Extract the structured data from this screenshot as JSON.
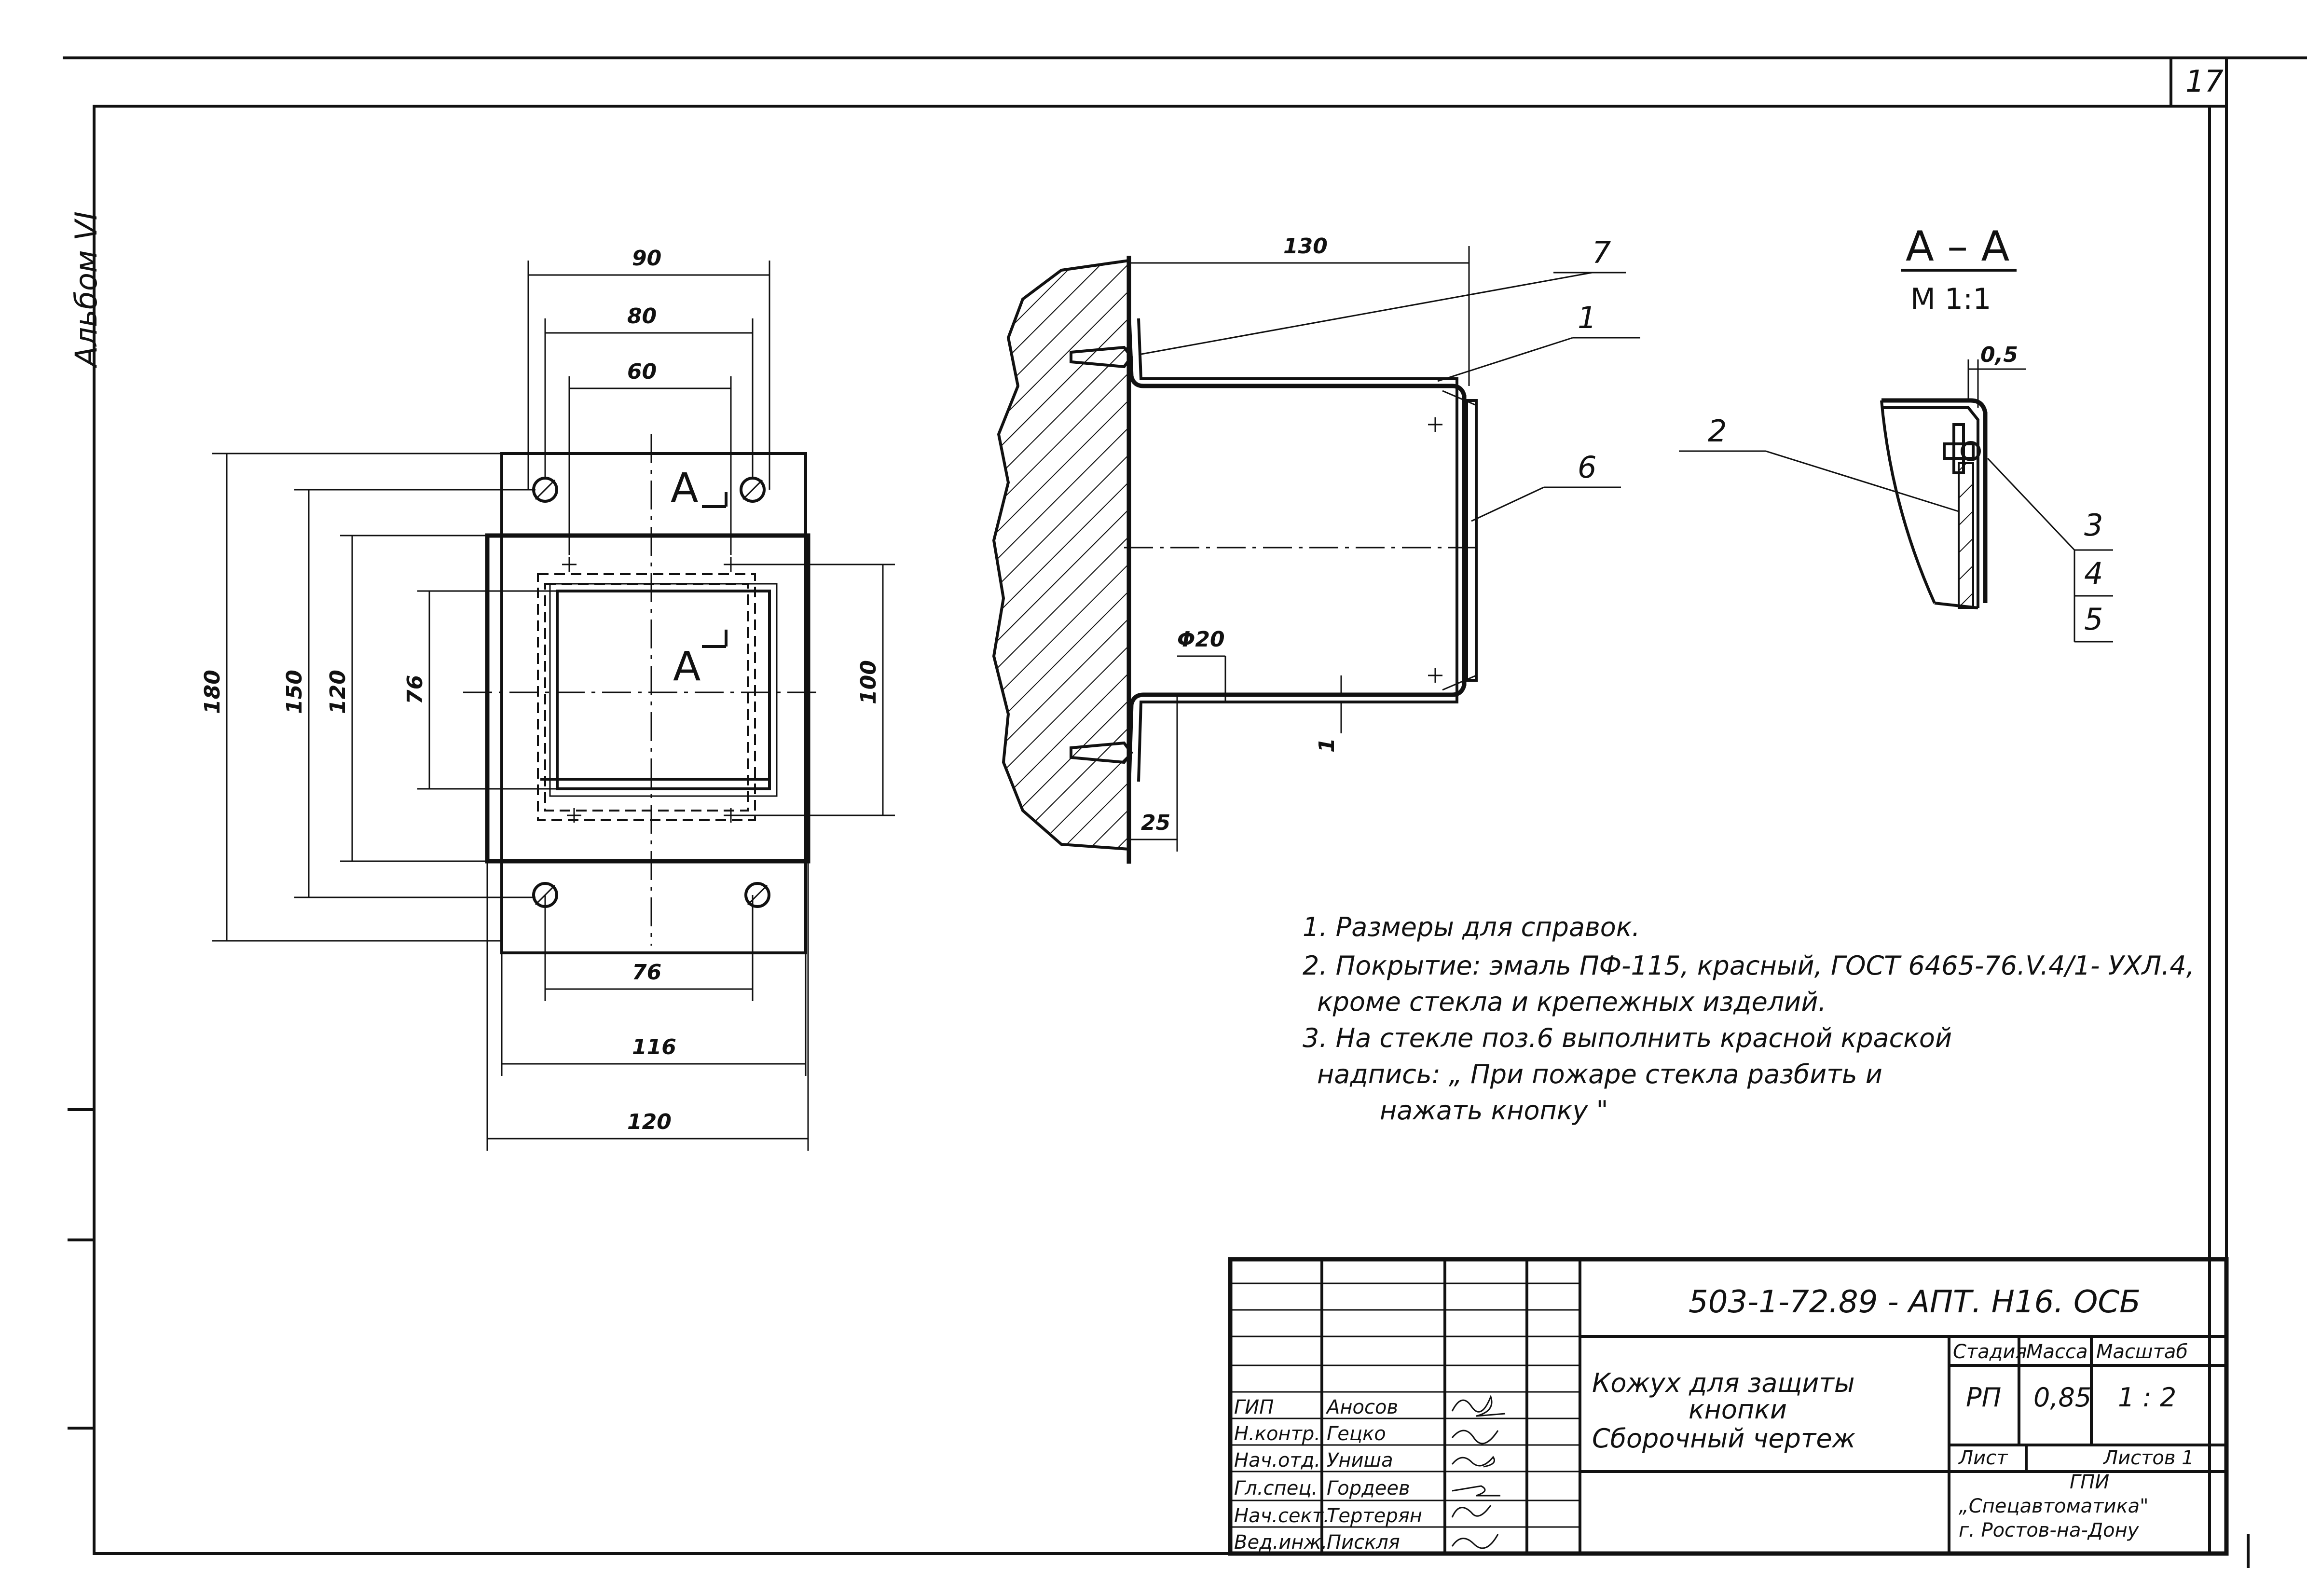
{
  "sheet": {
    "page_number": "17",
    "album_label": "Альбом VI"
  },
  "front_view": {
    "dims": {
      "d90": "90",
      "d80": "80",
      "d60": "60",
      "d180": "180",
      "d150": "150",
      "d120v": "120",
      "d76v": "76",
      "d100": "100",
      "d76h": "76",
      "d116": "116",
      "d120h": "120"
    },
    "section_mark_top": "A",
    "section_mark_bottom": "A"
  },
  "side_view": {
    "dims": {
      "d130": "130",
      "d_phi20": "Φ20",
      "d25": "25",
      "d1": "1"
    },
    "callouts": {
      "c7": "7",
      "c1": "1",
      "c6": "6"
    }
  },
  "section_view": {
    "title": "A – A",
    "scale": "M 1:1",
    "dim_05": "0,5",
    "callouts": {
      "c2": "2",
      "c3": "3",
      "c4": "4",
      "c5": "5"
    }
  },
  "notes": [
    "1. Размеры  для   справок.",
    "2. Покрытие: эмаль ПФ-115, красный, ГОСТ 6465-76.V.4/1- УХЛ.4,",
    "кроме  стекла и  крепежных   изделий.",
    "3. На  стекле  поз.6  выполнить  красной  краской",
    "надпись: „ При пожаре стекла разбить и",
    "нажать  кнопку \""
  ],
  "title_block": {
    "doc_code": "503-1-72.89  - АПТ. Н16. ОСБ",
    "title_line1": "Кожух   для  защиты",
    "title_line2": "кнопки",
    "title_line3": "Сборочный  чертеж",
    "stage_header": "Стадия",
    "mass_header": "Масса",
    "scale_header": "Масштаб",
    "stage_value": "РП",
    "mass_value": "0,85",
    "scale_value": "1 : 2",
    "sheet_label": "Лист",
    "sheets_label": "Листов 1",
    "org_line1": "ГПИ",
    "org_line2": "„Спецавтоматика\"",
    "org_line3": "г. Ростов-на-Дону",
    "roles": [
      {
        "role": "ГИП",
        "name": "Аносов"
      },
      {
        "role": "Н.контр.",
        "name": "Гецко"
      },
      {
        "role": "Нач.отд.",
        "name": "Униша"
      },
      {
        "role": "Гл.спец.",
        "name": "Гордеев"
      },
      {
        "role": "Нач.сект.",
        "name": "Тертерян"
      },
      {
        "role": "Вед.инж.",
        "name": "Пискля"
      }
    ]
  }
}
